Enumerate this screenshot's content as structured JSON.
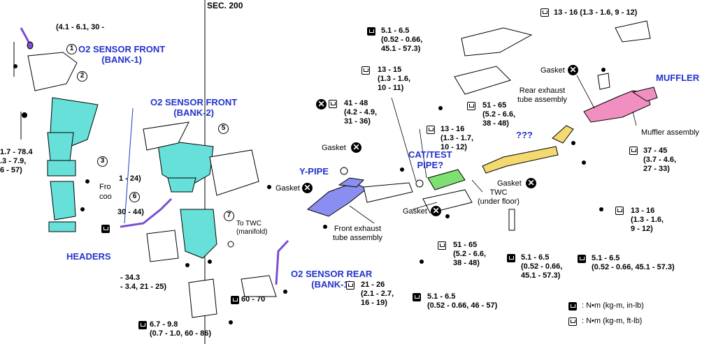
{
  "header": {
    "section": "SEC. 200"
  },
  "labels": {
    "o2_front_b1": "O2 SENSOR FRONT\n(BANK-1)",
    "o2_front_b2": "O2 SENSOR FRONT\n(BANK-2)",
    "o2_rear": "O2 SENSOR REAR\n(BANK-1)",
    "headers": "HEADERS",
    "ypipe": "Y-PIPE",
    "cat_test": "CAT/TEST\nPIPE?",
    "unknown": "???",
    "muffler": "MUFFLER",
    "gasket": "Gasket",
    "rear_exhaust": "Rear exhaust\ntube assembly",
    "muffler_assembly": "Muffler assembly",
    "front_exhaust": "Front exhaust\ntube assembly",
    "twc_under": "TWC\n(under floor)",
    "to_twc": "To TWC\n(manifold)",
    "fro": "Fro",
    "coo": "coo",
    "legend_n_in_lb": ": N•m (kg-m, in-lb)",
    "legend_n_ft_lb": ": N•m (kg-m, ft-lb)"
  },
  "callouts": {
    "c1": "1",
    "c2": "2",
    "c3": "3",
    "c5": "5",
    "c6": "6",
    "c7": "7"
  },
  "torques": {
    "t_top_left": "(4.1 - 6.1, 30 -",
    "t_left_mid": "1.7 - 78.4\n.3 - 7.9,\n6 - 57)",
    "t_24": "1 - 24)",
    "t_44": "30 - 44)",
    "t_343": "- 34.3\n- 3.4, 21 - 25)",
    "t_6070": "60 - 70",
    "t_6798": "6.7 - 9.8\n(0.7 - 1.0, 60 - 86)",
    "t_5165_a": "5.1 - 6.5\n(0.52 - 0.66,\n45.1 - 57.3)",
    "t_1315_a": "13 - 15\n(1.3 - 1.6,\n10 - 11)",
    "t_4148": "41 - 48\n(4.2 - 4.9,\n31 - 36)",
    "t_5165_b": "51 - 65\n(5.2 - 6.6,\n38 - 48)",
    "t_1316_a": "13 - 16\n(1.3 - 1.7,\n10 - 12)",
    "t_1316_top": "13 - 16 (1.3 - 1.6, 9 - 12)",
    "t_3745": "37 - 45\n(3.7 - 4.6,\n27 - 33)",
    "t_1316_b": "13 - 16\n(1.3 - 1.6,\n9 - 12)",
    "t_5165_c": "51 - 65\n(5.2 - 6.6,\n38 - 48)",
    "t_5165_d": "5.1 - 6.5\n(0.52 - 0.66,\n45.1 - 57.3)",
    "t_5165_e": "5.1 - 6.5\n(0.52 - 0.66, 45.1 - 57.3)",
    "t_2126": "21 - 26\n(2.1 - 2.7,\n16 - 19)",
    "t_5165_f": "5.1 - 6.5\n(0.52 - 0.66, 46 - 57)"
  },
  "colors": {
    "cyan_parts": "#66e0d8",
    "muffler_pink": "#f08fc0",
    "resonator_yellow": "#f4d870",
    "ypipe_blue": "#8a8ef0",
    "cat_green": "#7ee070",
    "label_blue": "#2233cc",
    "sensor_purple": "#7a4fd0"
  }
}
